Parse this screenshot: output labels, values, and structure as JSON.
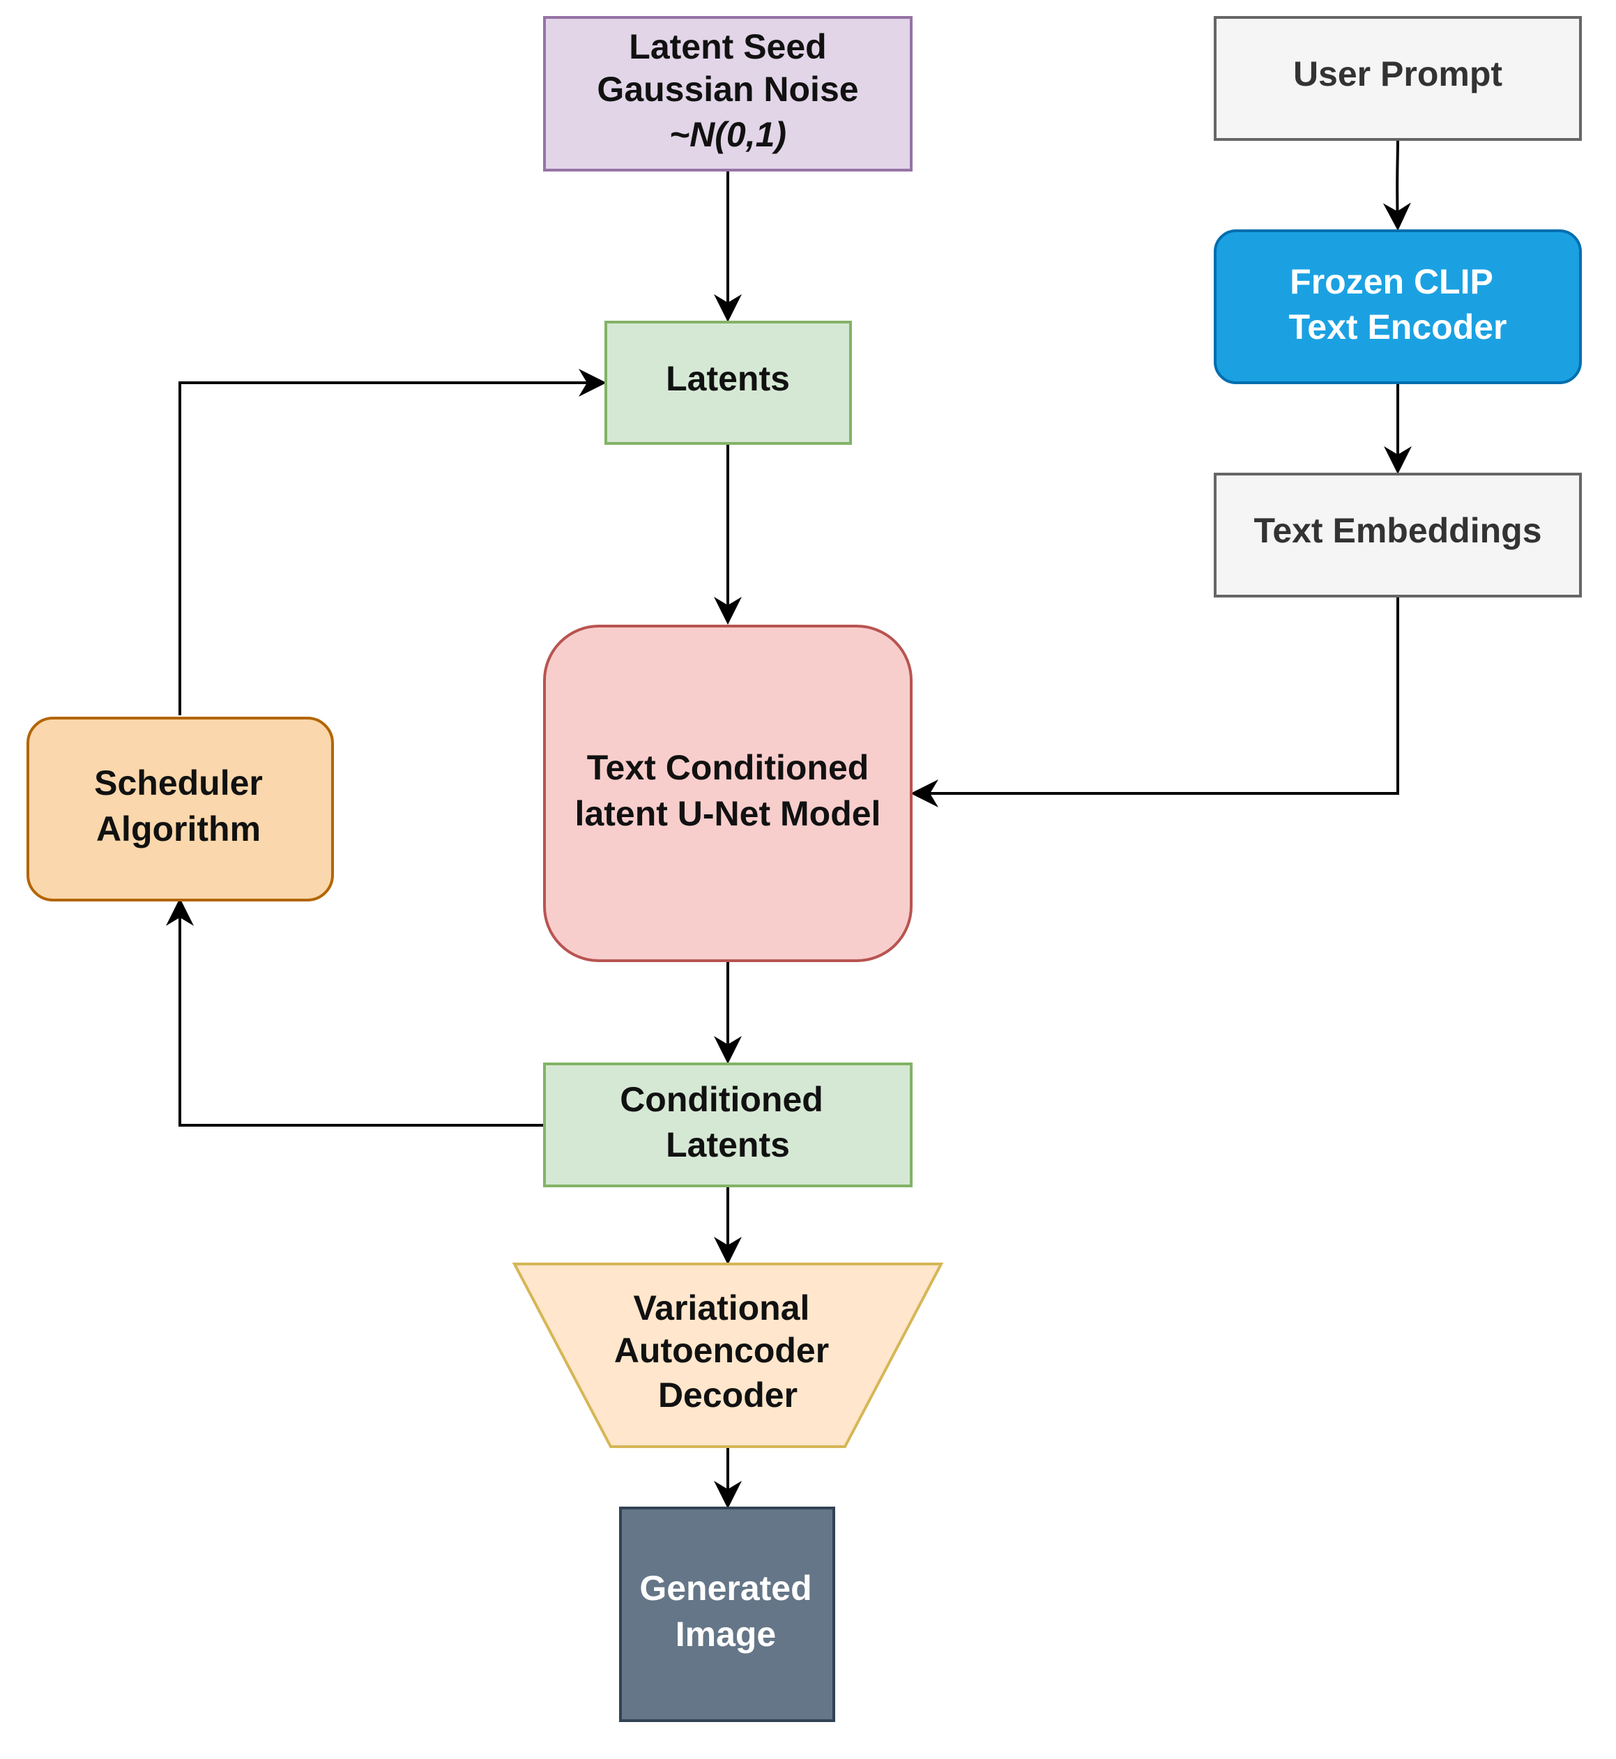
{
  "nodes": {
    "latent_seed": {
      "line1": "Latent Seed",
      "line2": "Gaussian Noise",
      "line3": "~N(0,1)",
      "fill": "#e1d5e7",
      "stroke": "#9673a6"
    },
    "user_prompt": {
      "label": "User Prompt",
      "fill": "#f5f5f5",
      "stroke": "#666666"
    },
    "clip_encoder": {
      "line1": "Frozen CLIP",
      "line2": "Text Encoder",
      "fill": "#1ba1e2",
      "stroke": "#006eaf"
    },
    "latents": {
      "label": "Latents",
      "fill": "#d5e8d4",
      "stroke": "#82b366"
    },
    "text_embeddings": {
      "label": "Text Embeddings",
      "fill": "#f5f5f5",
      "stroke": "#666666"
    },
    "unet": {
      "line1": "Text Conditioned",
      "line2": "latent U-Net Model",
      "fill": "#f8cecc",
      "stroke": "#b85450"
    },
    "scheduler": {
      "line1": "Scheduler",
      "line2": "Algorithm",
      "fill": "#fad7ac",
      "stroke": "#b46504"
    },
    "conditioned_latents": {
      "line1": "Conditioned",
      "line2": "Latents",
      "fill": "#d5e8d4",
      "stroke": "#82b366"
    },
    "vae_decoder": {
      "line1": "Variational",
      "line2": "Autoencoder",
      "line3": "Decoder",
      "fill": "#ffe6cc",
      "stroke": "#d6b656"
    },
    "generated_image": {
      "line1": "Generated",
      "line2": "Image",
      "fill": "#647687",
      "stroke": "#314354"
    }
  }
}
